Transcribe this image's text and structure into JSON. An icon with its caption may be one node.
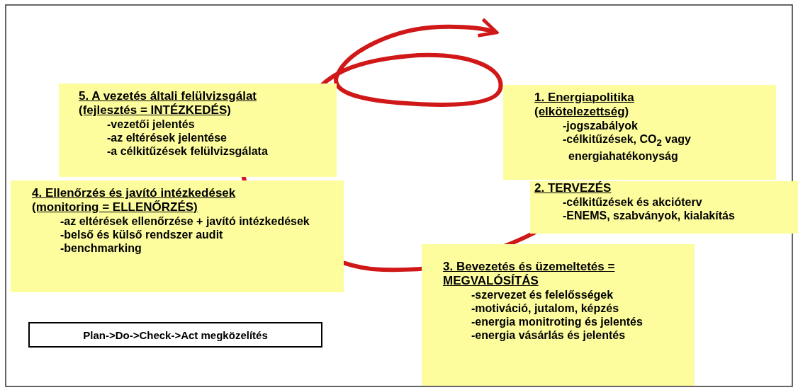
{
  "diagram": {
    "nodes": [
      {
        "text": [
          "5. A vezetés általi felülvizsgálat (fejlesztés = INTÉZKEDÉS)",
          "-vezetői jelentés",
          "-az eltérések jelentése",
          "-a célkitűzések felülvizsgálata"
        ]
      },
      {
        "text": [
          "1. Energiapolitika (elkötelezettség)",
          "-jogszabályok",
          "-célkitűzések, CO$_{2}$ vagy energiahatékonyság"
        ]
      },
      {
        "text": [
          "4. Ellenőrzés és javító intézkedések (monitoring = ELLENŐRZÉS)",
          "-az eltérések ellenőrzése + javító intézkedések",
          "-belső és külső rendszer audit",
          "-benchmarking"
        ]
      },
      {
        "text": [
          "2. TERVEZÉS",
          "-célkitűzések és akcióterv",
          "-ENEMS, szabványok, kialakítás"
        ]
      },
      {
        "text": [
          "3. Bevezetés és üzemeltetés = MEGVALÓSÍTÁS",
          "-szervezet és felelősségek",
          "-motiváció, jutalom, képzés",
          "-energia monitroting és jelentés",
          "-energia vásárlás és jelentés"
        ]
      },
      {
        "text": [
          "Plan->Do->Check->Act megközelítés"
        ]
      }
    ]
  }
}
